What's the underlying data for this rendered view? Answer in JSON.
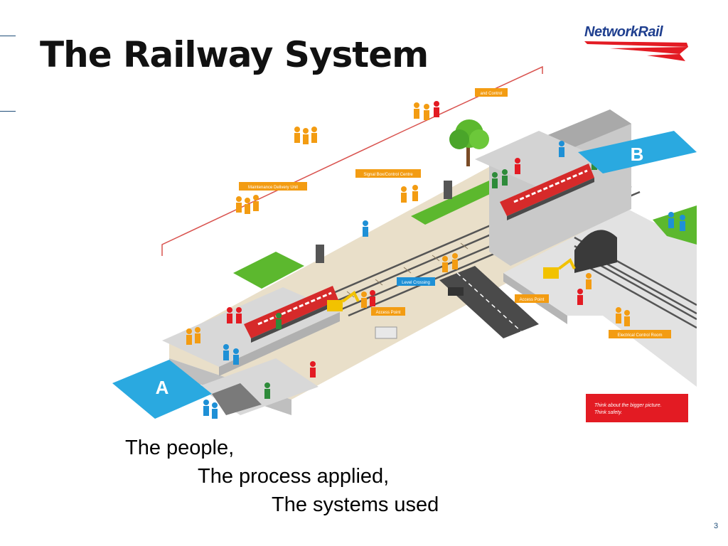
{
  "slide": {
    "title": "The Railway System",
    "page_number": "3"
  },
  "logo": {
    "text": "NetworkRail"
  },
  "illustration": {
    "labels": {
      "control": "and Control",
      "maintenance": "Maintenance Delivery Unit",
      "signal_box": "Signal Box/Control Centre",
      "level_crossing": "Level Crossing",
      "access_point_1": "Access Point",
      "access_point_2": "Access Point",
      "electrical_room": "Electrical Control Room",
      "safety_line1": "Think about the bigger picture.",
      "safety_line2": "Think safety.",
      "station_a": "A",
      "station_b": "B"
    }
  },
  "caption": [
    "The people,",
    "The process applied,",
    "The systems used"
  ],
  "colors": {
    "title": "#111111",
    "brand_blue": "#1f3f8f",
    "brand_red": "#e31b23",
    "label_orange": "#f39c12",
    "label_blue": "#1e90d6",
    "station_blue": "#2aa9e0",
    "ground": "#e8dcc4",
    "platform": "#d9d9d9",
    "train_red": "#d62a2a",
    "grass": "#5cb82e"
  }
}
